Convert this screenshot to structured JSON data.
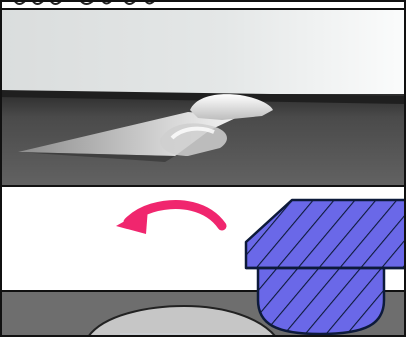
{
  "colors": {
    "frame_border": "#111111",
    "sky_light": "#f4f6f6",
    "sky_mid": "#d9dcdc",
    "ground_dark": "#3b3b3b",
    "ground_mid": "#5e5e5e",
    "groove_light": "#d6d6d6",
    "arrow": "#f0266e",
    "block_fill": "#6a68e8",
    "block_hatch": "#0d1a3a",
    "lower_ground": "#6e6e6e",
    "lower_mound": "#c6c6c6",
    "bottom_strip": "#c9cccf"
  },
  "icons": {
    "rotate_arrow": "curved-arrow-left",
    "top_strip": "partial-glyphs",
    "upper_panel": "cut-groove-render",
    "lower_panel": "hatched-tool-cross-section"
  }
}
